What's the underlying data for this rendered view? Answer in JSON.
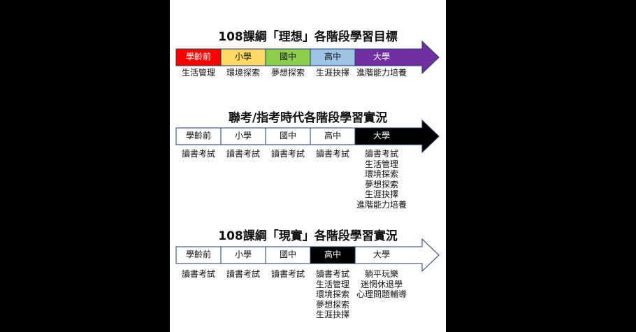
{
  "diagrams": [
    {
      "title": "108課綱「理想」各階段學習目標",
      "stages": [
        {
          "label": "學齡前",
          "fill": "#ff0000",
          "text": "#ffffff",
          "items": [
            "生活管理"
          ]
        },
        {
          "label": "小學",
          "fill": "#ffd966",
          "text": "#111111",
          "items": [
            "環境探索"
          ]
        },
        {
          "label": "國中",
          "fill": "#8fce4a",
          "text": "#111111",
          "items": [
            "夢想探索"
          ]
        },
        {
          "label": "高中",
          "fill": "#9dc3e6",
          "text": "#111111",
          "items": [
            "生涯抉擇"
          ]
        },
        {
          "label": "大學",
          "fill": "#7030a0",
          "text": "#ffffff",
          "items": [
            "進階能力培養"
          ]
        }
      ]
    },
    {
      "title": "聯考/指考時代各階段學習實況",
      "stages": [
        {
          "label": "學齡前",
          "fill": "#ffffff",
          "text": "#111111",
          "items": [
            "讀書考試"
          ]
        },
        {
          "label": "小學",
          "fill": "#ffffff",
          "text": "#111111",
          "items": [
            "讀書考試"
          ]
        },
        {
          "label": "國中",
          "fill": "#ffffff",
          "text": "#111111",
          "items": [
            "讀書考試"
          ]
        },
        {
          "label": "高中",
          "fill": "#ffffff",
          "text": "#111111",
          "items": [
            "讀書考試"
          ]
        },
        {
          "label": "大學",
          "fill": "#000000",
          "text": "#ffffff",
          "items": [
            "讀書考試",
            "生活管理",
            "環境探索",
            "夢想探索",
            "生涯抉擇",
            "進階能力培養"
          ]
        }
      ]
    },
    {
      "title": "108課綱「現實」各階段學習實況",
      "stages": [
        {
          "label": "學齡前",
          "fill": "#ffffff",
          "text": "#111111",
          "items": [
            "讀書考試"
          ]
        },
        {
          "label": "小學",
          "fill": "#ffffff",
          "text": "#111111",
          "items": [
            "讀書考試"
          ]
        },
        {
          "label": "國中",
          "fill": "#ffffff",
          "text": "#111111",
          "items": [
            "讀書考試"
          ]
        },
        {
          "label": "高中",
          "fill": "#000000",
          "text": "#ffffff",
          "items": [
            "讀書考試",
            "生活管理",
            "環境探索",
            "夢想探索",
            "生涯抉擇"
          ]
        },
        {
          "label": "大學",
          "fill": "#ffffff",
          "text": "#111111",
          "items": [
            "躺平玩樂",
            "迷惘休退學",
            "心理問題輔導"
          ]
        }
      ]
    }
  ]
}
